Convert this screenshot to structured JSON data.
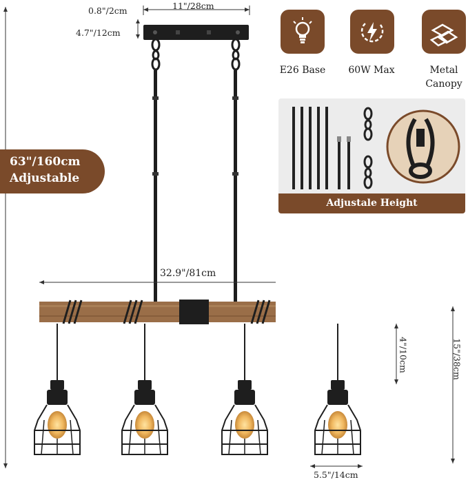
{
  "dimensions": {
    "canopy_height": "0.8\"/2cm",
    "canopy_width": "11\"/28cm",
    "canopy_depth": "4.7\"/12cm",
    "total_height": "63\"/160cm",
    "adjustable": "Adjustable",
    "beam_length": "32.9\"/81cm",
    "shade_height": "4\"/10cm",
    "fixture_height": "15\"/38cm",
    "shade_width": "5.5\"/14cm"
  },
  "features": [
    {
      "label": "E26 Base",
      "icon": "bulb-icon"
    },
    {
      "label": "60W Max",
      "icon": "power-icon"
    },
    {
      "label_line1": "Metal",
      "label_line2": "Canopy",
      "icon": "metal-bars-icon"
    }
  ],
  "kit": {
    "caption": "Adjustale Height"
  },
  "colors": {
    "brand_brown": "#7a4a2a",
    "wood": "#9a6e48",
    "metal": "#1e1e1e"
  }
}
